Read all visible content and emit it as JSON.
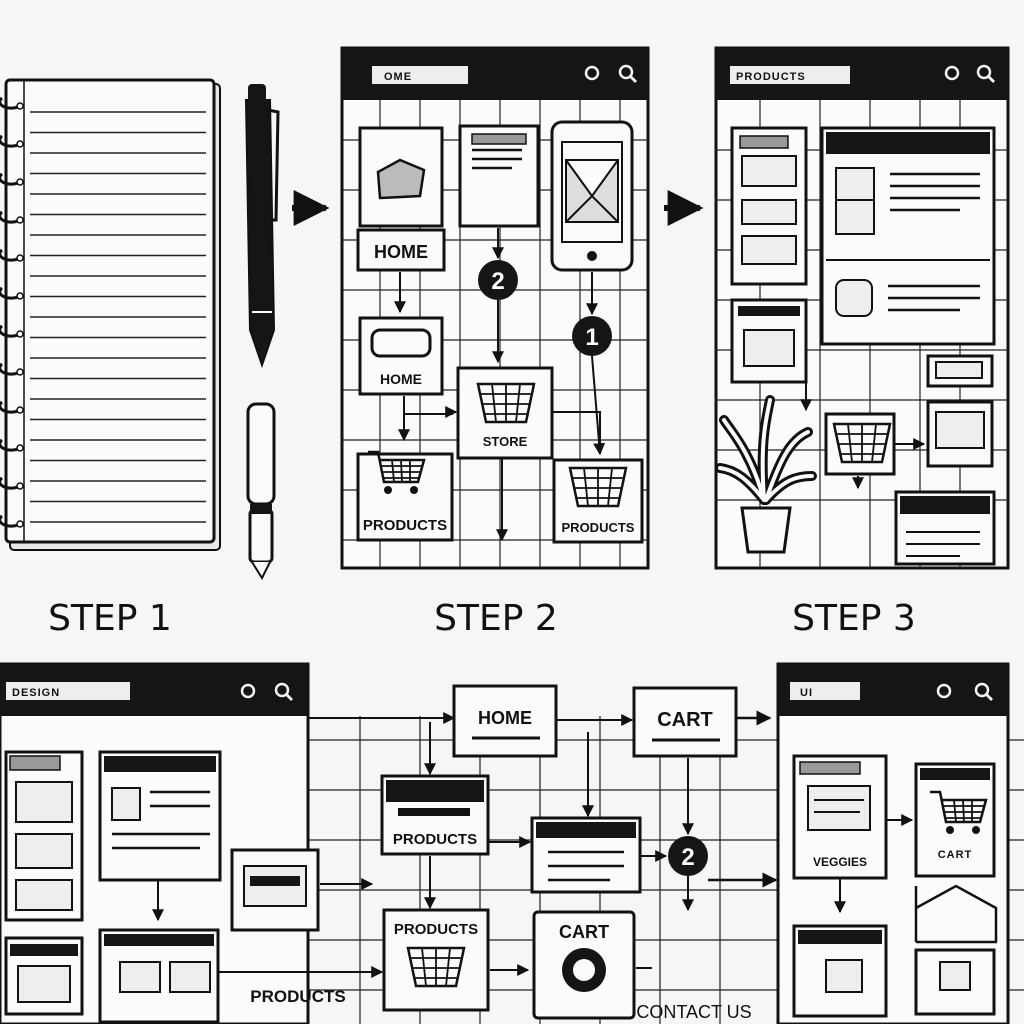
{
  "steps": [
    "STEP 1",
    "STEP 2",
    "STEP 3"
  ],
  "frame_titles": {
    "step2": "OME",
    "step3": "PRODUCTS",
    "bottom_left": "DESIGN",
    "bottom_right": "UI"
  },
  "nodes": {
    "home_top": "HOME",
    "home_mid": "HOME",
    "store": "STORE",
    "products_a": "PRODUCTS",
    "products_b": "PRODUCTS",
    "home_bottom": "HOME",
    "cart_bottom": "CART",
    "products_c": "PRODUCTS",
    "products_d": "PRODUCTS",
    "products_e": "PRODUCTS",
    "cart_e": "CART",
    "contact": "CONTACT US",
    "veggies": "VEGGIES",
    "mini_cart": "CART"
  },
  "badges": [
    "2",
    "1",
    "2"
  ],
  "icons": [
    "notebook-icon",
    "pen-icon",
    "marker-icon",
    "cart-icon",
    "mobile-icon",
    "plant-icon",
    "search-icon"
  ]
}
